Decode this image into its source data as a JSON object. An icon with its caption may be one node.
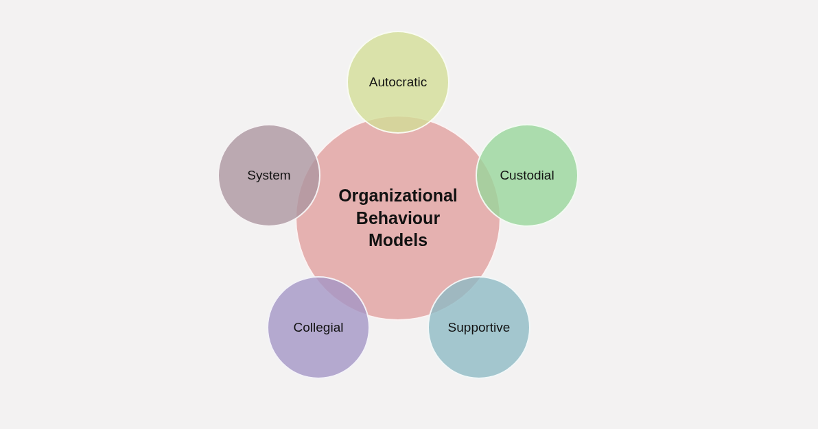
{
  "diagram": {
    "nodes": [
      {
        "text": [
          "Organizational Behaviour Models"
        ]
      },
      {
        "text": [
          "Autocratic"
        ]
      },
      {
        "text": [
          "Custodial"
        ]
      },
      {
        "text": [
          "Supportive"
        ]
      },
      {
        "text": [
          "Collegial"
        ]
      },
      {
        "text": [
          "System"
        ]
      }
    ]
  }
}
